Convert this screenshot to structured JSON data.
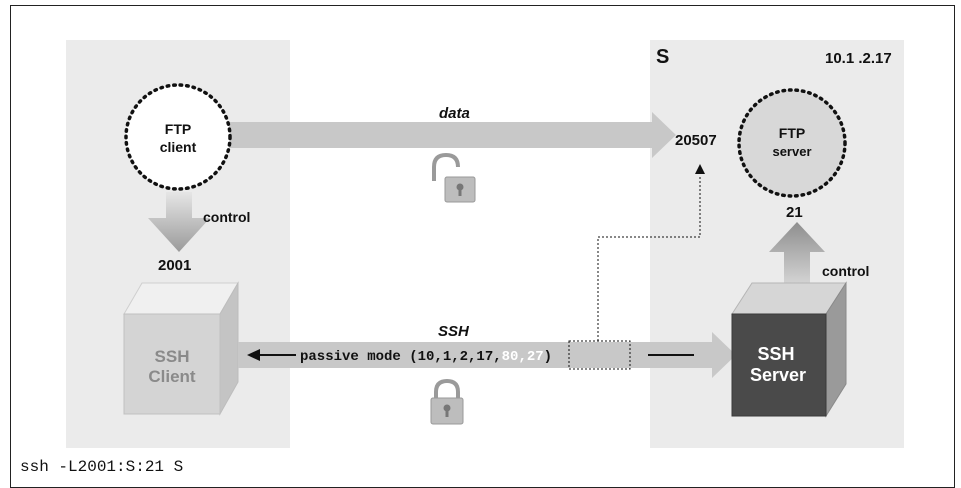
{
  "server_host_label": "S",
  "server_ip": "10.1 .2.17",
  "ftp_client": {
    "line1": "FTP",
    "line2": "client"
  },
  "ftp_server": {
    "line1": "FTP",
    "line2": "server"
  },
  "data_label": "data",
  "ssh_label": "SSH",
  "port_20507": "20507",
  "port_2001": "2001",
  "port_21": "21",
  "control_left": "control",
  "control_right": "control",
  "ssh_client": {
    "line1": "SSH",
    "line2": "Client"
  },
  "ssh_server": {
    "line1": "SSH",
    "line2": "Server"
  },
  "passive_prefix": "passive mode (10,1,2,17,",
  "passive_port": "80,27",
  "passive_suffix": ")",
  "command": "ssh -L2001:S:21 S",
  "colors": {
    "panel": "#ebebeb",
    "arrow": "#c8c8c8",
    "ssh_server_box": "#4a4a4a",
    "ssh_client_box": "#d4d4d4"
  }
}
